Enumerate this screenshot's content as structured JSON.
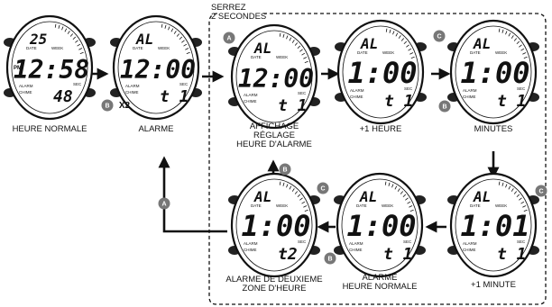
{
  "header": {
    "line1": "SERREZ",
    "line2": "2 SECONDES"
  },
  "multiplier": "X2",
  "watch_labels": {
    "date": "DATE",
    "week": "WEEK",
    "alarm": "ALARM",
    "chime": "CHIME",
    "pm": "PM",
    "sec": "SEC"
  },
  "screens": [
    {
      "id": "heure-normale",
      "top": "25",
      "main": "12:58",
      "bottom": "48",
      "caption": [
        "HEURE NORMALE"
      ]
    },
    {
      "id": "alarme",
      "top": "AL",
      "main": "12:00",
      "bottom": "t 1",
      "caption": [
        "ALARME"
      ]
    },
    {
      "id": "affichage",
      "top": "AL",
      "main": "12:00",
      "bottom": "t 1",
      "caption": [
        "AFFICHAGE",
        "RÉGLAGE",
        "HEURE D'ALARME"
      ]
    },
    {
      "id": "plus-heure",
      "top": "AL",
      "main": "1:00",
      "bottom": "t 1",
      "caption": [
        "+1 HEURE"
      ]
    },
    {
      "id": "minutes",
      "top": "AL",
      "main": "1:00",
      "bottom": "t 1",
      "caption": [
        "MINUTES"
      ]
    },
    {
      "id": "plus-minute",
      "top": "AL",
      "main": "1:01",
      "bottom": "t 1",
      "caption": [
        "+1 MINUTE"
      ]
    },
    {
      "id": "alarme-heure-normale",
      "top": "AL",
      "main": "1:00",
      "bottom": "t 1",
      "caption": [
        "ALARME",
        "HEURE NORMALE"
      ]
    },
    {
      "id": "alarme-zone-deux",
      "top": "AL",
      "main": "1:00",
      "bottom": "t2",
      "caption": [
        "ALARME DE DEUXIEME",
        "ZONE D'HEURE"
      ]
    }
  ],
  "badges": {
    "a": "A",
    "b": "B",
    "c": "C"
  }
}
